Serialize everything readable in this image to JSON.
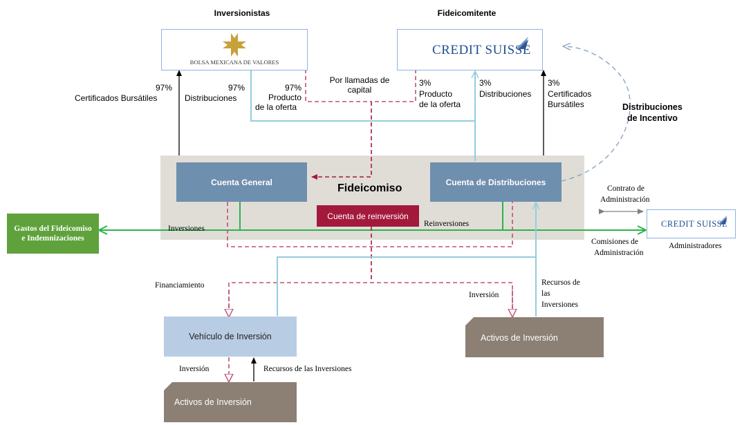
{
  "headers": {
    "investors": "Inversionistas",
    "settlor": "Fideicomitente"
  },
  "bmv": {
    "name": "BOLSA MEXICANA DE VALORES"
  },
  "cs": {
    "word1": "Credit",
    "word2": "Suisse"
  },
  "trust": {
    "title": "Fideicomiso",
    "general_account": "Cuenta General",
    "distribution_account": "Cuenta de Distribuciones",
    "reinvestment_account": "Cuenta de reinversión"
  },
  "expenses_box": "Gastos del Fideicomiso e Indemnizaciones",
  "vehicle_box": "Vehículo de Inversión",
  "assets_left": "Activos de Inversión",
  "assets_right": "Activos de Inversión",
  "labels": {
    "pct97_certs": "97%",
    "certs_left": "Certificados Bursátiles",
    "pct97_dist": "97%",
    "dist_left": "Distribuciones",
    "pct97_prod": "97%",
    "prod_left_1": "Producto",
    "prod_left_2": "de la oferta",
    "capital_calls": "Por llamadas de capital",
    "pct3_prod": "3%",
    "prod_right_1": "Producto",
    "prod_right_2": "de la oferta",
    "pct3_dist": "3%",
    "dist_right": "Distribuciones",
    "pct3_certs": "3%",
    "certs_right_1": "Certificados",
    "certs_right_2": "Bursátiles",
    "incentive_1": "Distribuciones",
    "incentive_2": "de Incentivo",
    "admin_contract_1": "Contrato de",
    "admin_contract_2": "Administración",
    "admin_fees_1": "Comisiones de",
    "admin_fees_2": "Administración",
    "administrators": "Administradores",
    "investments": "Inversiones",
    "reinvestments": "Reinversiones",
    "financing": "Financiamiento",
    "investment_right": "Inversión",
    "resources_right_1": "Recursos de",
    "resources_right_2": "las",
    "resources_right_3": "Inversiones",
    "investment_bottom": "Inversión",
    "resources_bottom": "Recursos de las Inversiones"
  },
  "colors": {
    "dark_arrow": "#000000",
    "light_blue_line": "#93cddd",
    "pink_dashed": "#c0506e",
    "dark_red_dashed": "#a3193c",
    "green_line": "#2db34a",
    "incentive_dashed": "#8aa3c2"
  }
}
